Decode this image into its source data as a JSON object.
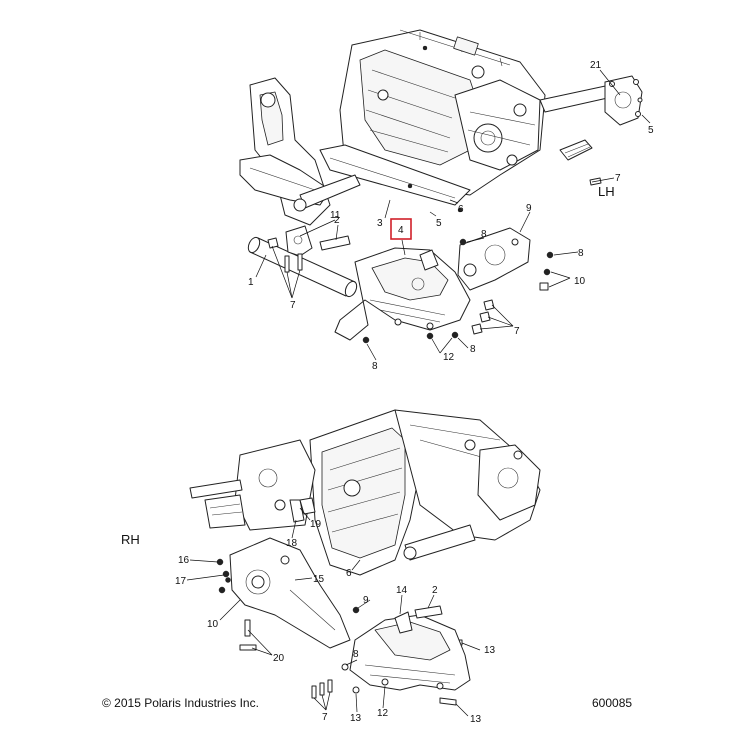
{
  "side_labels": {
    "lh": "LH",
    "rh": "RH"
  },
  "highlight_color": "#d0202a",
  "callouts_top": {
    "c21": "21",
    "c5a": "5",
    "c7a": "7",
    "c6": "6",
    "c5b": "5",
    "c3": "3",
    "c4": "4",
    "c9": "9",
    "c8a": "8",
    "c8b": "8",
    "c10": "10",
    "c7b": "7",
    "c12": "12",
    "c8c": "8",
    "c8d": "8",
    "c11": "11",
    "c2": "2",
    "c1": "1",
    "c7c": "7"
  },
  "callouts_bottom": {
    "c19": "19",
    "c18": "18",
    "c16": "16",
    "c17": "17",
    "c15": "15",
    "c10": "10",
    "c6": "6",
    "c9": "9",
    "c14": "14",
    "c2": "2",
    "c8": "8",
    "c20": "20",
    "c13a": "13",
    "c7": "7",
    "c13b": "13",
    "c12": "12",
    "c13c": "13"
  },
  "footer": {
    "copyright": "© 2015 Polaris Industries Inc.",
    "figure_id": "600085"
  }
}
